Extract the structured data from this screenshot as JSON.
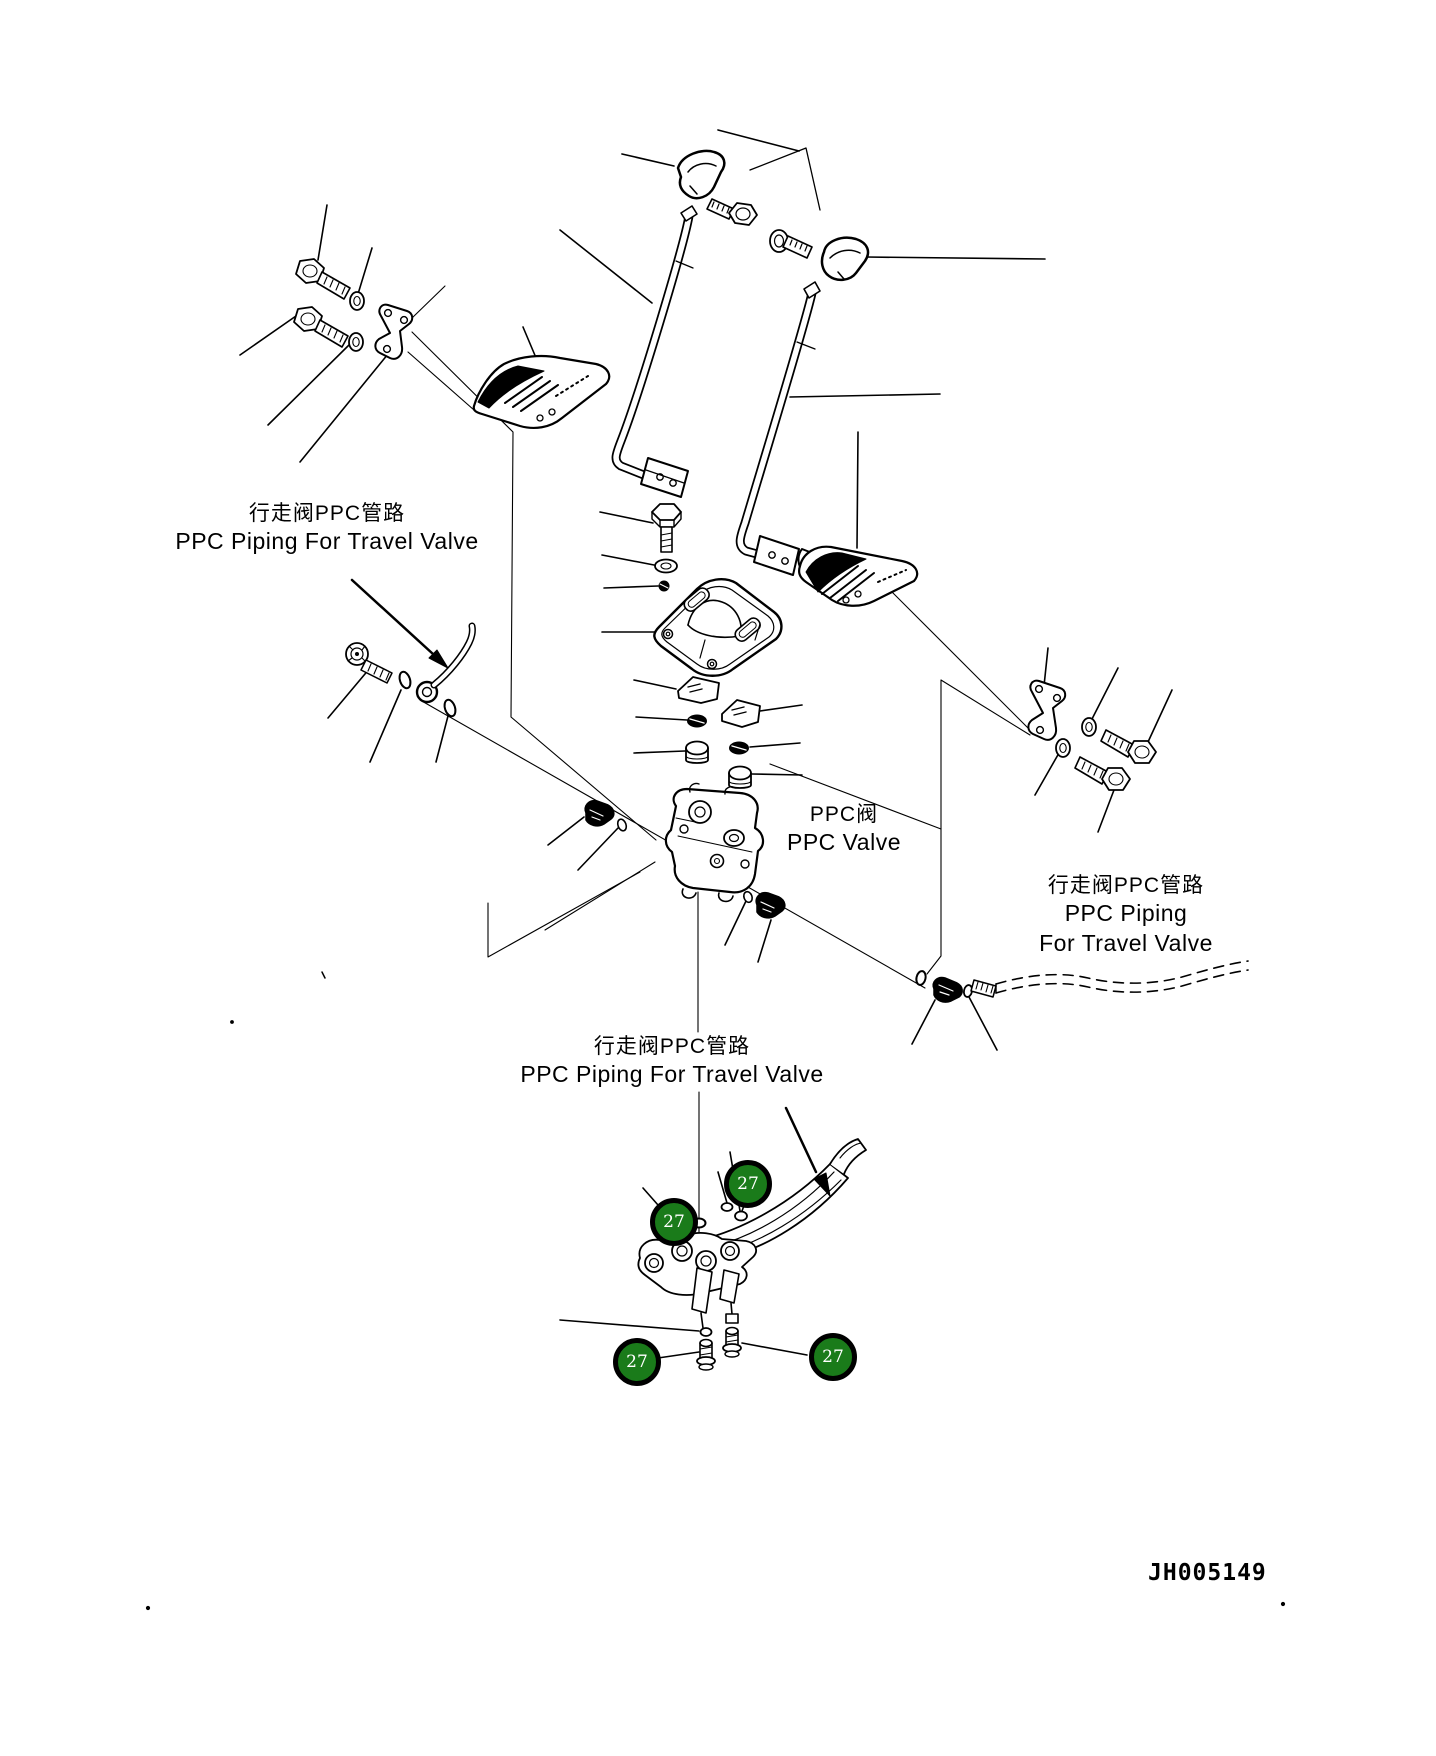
{
  "diagram": {
    "drawing_code": "JH005149",
    "callout_number": "27",
    "labels": {
      "piping_left": {
        "zh": "行走阀PPC管路",
        "en": "PPC Piping For Travel Valve"
      },
      "ppc_valve": {
        "zh": "PPC阀",
        "en": "PPC Valve"
      },
      "piping_right": {
        "zh": "行走阀PPC管路",
        "en_line1": "PPC Piping",
        "en_line2": "For Travel Valve"
      },
      "piping_bottom": {
        "zh": "行走阀PPC管路",
        "en": "PPC Piping For Travel Valve"
      }
    },
    "colors": {
      "background": "#ffffff",
      "line": "#000000",
      "callout_fill": "#1a7b1a",
      "callout_ring": "#000000",
      "callout_text": "#ffffff"
    }
  }
}
